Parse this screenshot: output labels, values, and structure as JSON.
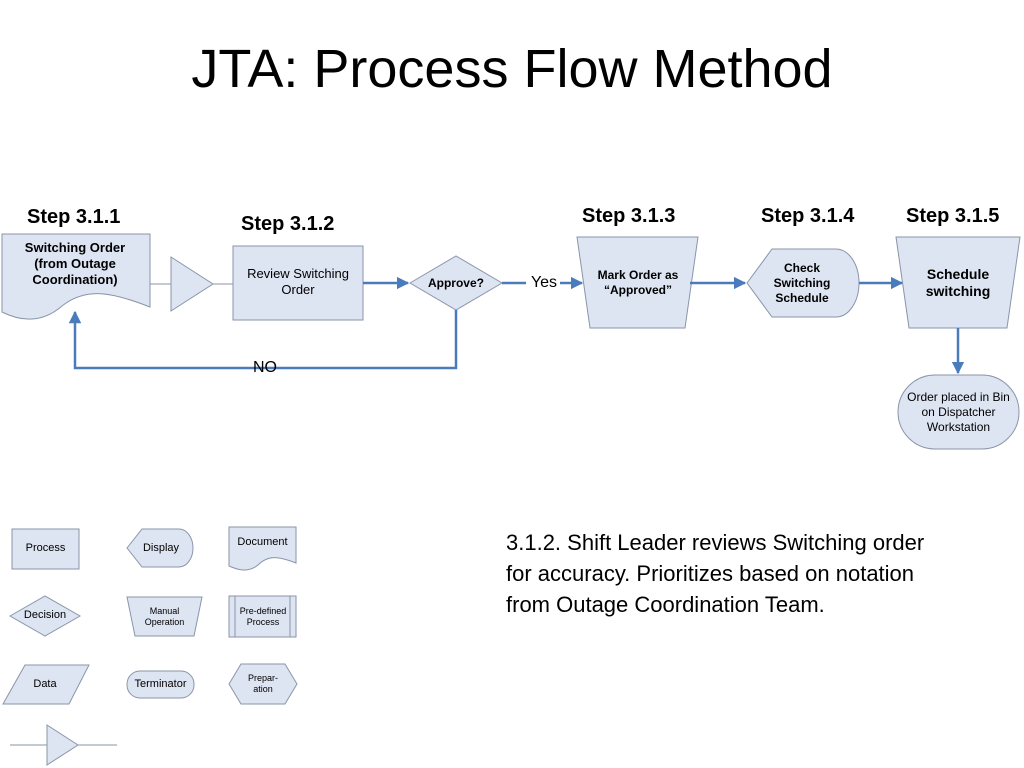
{
  "title": "JTA: Process Flow Method",
  "steps": {
    "s1": "Step 3.1.1",
    "s2": "Step 3.1.2",
    "s3": "Step 3.1.3",
    "s4": "Step 3.1.4",
    "s5": "Step 3.1.5"
  },
  "flow": {
    "switching_order_doc": "Switching Order (from Outage Coordination)",
    "review_process": "Review Switching Order",
    "approve_decision": "Approve?",
    "yes_label": "Yes",
    "no_label": "NO",
    "mark_order_manual": "Mark Order as “Approved”",
    "check_schedule_display": "Check Switching Schedule",
    "schedule_manual": "Schedule switching",
    "order_placed_terminator": "Order placed in Bin on Dispatcher Workstation"
  },
  "legend": {
    "process": "Process",
    "display": "Display",
    "document": "Document",
    "decision": "Decision",
    "manual_operation": "Manual Operation",
    "predefined_process": "Pre-defined Process",
    "data": "Data",
    "terminator": "Terminator",
    "preparation": "Prepar-ation"
  },
  "description": "3.1.2.  Shift Leader reviews Switching order for accuracy. Prioritizes based on notation from Outage Coordination Team.",
  "colors": {
    "shape_fill": "#dde4f2",
    "shape_stroke": "#8a95aa",
    "connector": "#4a7cbd"
  }
}
